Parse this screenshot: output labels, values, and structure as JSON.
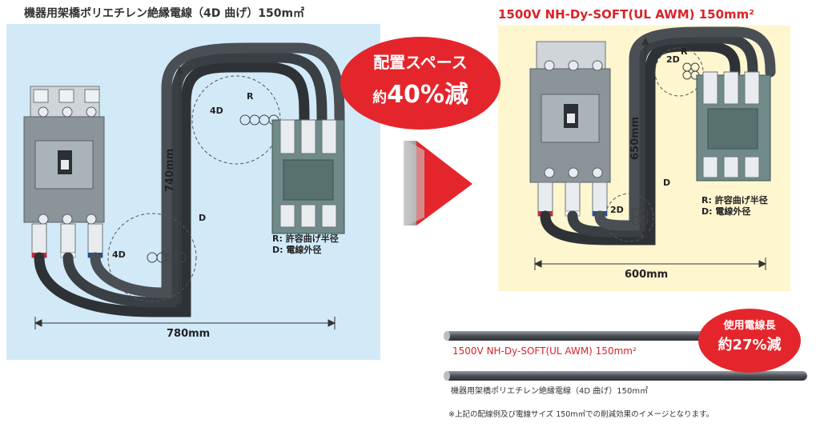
{
  "left": {
    "title": "機器用架橋ポリエチレン絶縁電線（4D 曲げ）150m㎡",
    "height_dim": "740mm",
    "width_dim": "780mm",
    "bend_label": "4D",
    "radius_label": "R",
    "d_label": "D",
    "legend_r": "R: 許容曲げ半径",
    "legend_d": "D: 電線外径"
  },
  "right": {
    "title": "1500V NH-Dy-SOFT(UL AWM) 150mm²",
    "height_dim": "650mm",
    "width_dim": "600mm",
    "bend_label": "2D",
    "radius_label": "R",
    "d_label": "D",
    "legend_r": "R: 許容曲げ半径",
    "legend_d": "D: 電線外径"
  },
  "badge_space": {
    "line1": "配置スペース",
    "line2_prefix": "約",
    "line2_value": "40%減"
  },
  "badge_length": {
    "line1": "使用電線長",
    "line2": "約27%減"
  },
  "cables": {
    "label1": "1500V NH-Dy-SOFT(UL AWM)  150mm²",
    "label2": "機器用架橋ポリエチレン絶縁電線（4D 曲げ）150m㎡"
  },
  "note": "※上記の配線例及び電線サイズ 150m㎡での削減効果のイメージとなります。",
  "colors": {
    "accent_red": "#e4262c",
    "panel_blue": "#d2eaf8",
    "panel_yellow": "#fdf6cf",
    "cable_gray": "#4a4f55",
    "breaker_gray": "#8a9499"
  }
}
